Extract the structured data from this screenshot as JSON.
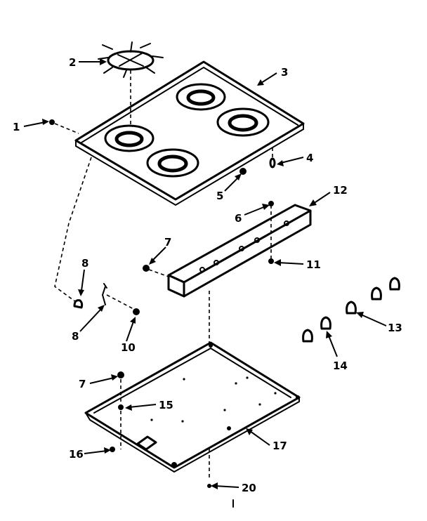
{
  "callouts": {
    "c1": "1",
    "c2": "2",
    "c3": "3",
    "c4": "4",
    "c5": "5",
    "c6": "6",
    "c7a": "7",
    "c7b": "7",
    "c8a": "8",
    "c8b": "8",
    "c10": "10",
    "c11": "11",
    "c12": "12",
    "c13": "13",
    "c14": "14",
    "c15": "15",
    "c16": "16",
    "c17": "17",
    "c20": "20"
  },
  "colors": {
    "ink": "#000000",
    "paper": "#ffffff"
  }
}
